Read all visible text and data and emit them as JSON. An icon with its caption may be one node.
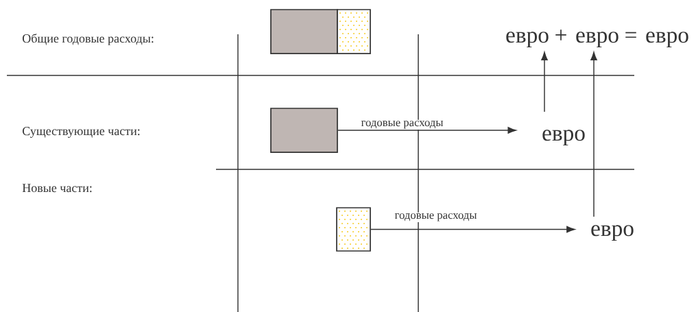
{
  "diagram": {
    "nodes": [
      {
        "text": [],
        "shape": "box"
      },
      {
        "text": [],
        "shape": "box"
      },
      {
        "text": [],
        "shape": "box"
      },
      {
        "text": [],
        "shape": "box"
      },
      {
        "text": [
          "евро"
        ]
      },
      {
        "text": [
          "евро"
        ]
      },
      {
        "text": [
          "евро"
        ]
      },
      {
        "text": [
          "евро"
        ]
      },
      {
        "text": [
          "евро"
        ]
      }
    ],
    "edges": [
      {
        "from": 2,
        "to": 4,
        "arrow": "to",
        "label": "годовые расходы"
      },
      {
        "from": 3,
        "to": 5,
        "arrow": "to",
        "label": "годовые расходы"
      },
      {
        "from": 4,
        "to": 6,
        "arrow": "to"
      },
      {
        "from": 5,
        "to": 7,
        "arrow": "to"
      }
    ],
    "labels": [
      "Общие годовые расходы:",
      "+",
      "=",
      "Существующие части:",
      "Новые части:"
    ]
  }
}
